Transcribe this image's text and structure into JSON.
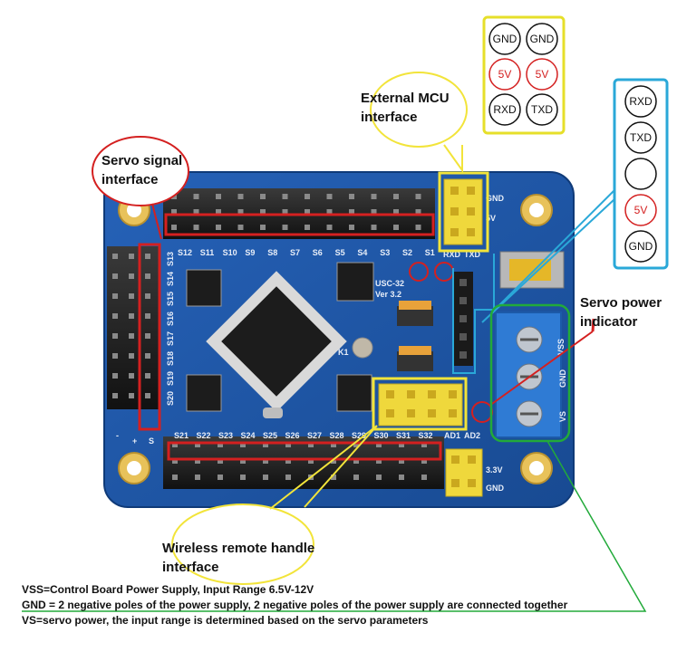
{
  "labels": {
    "servo_signal": [
      "Servo signal",
      "interface"
    ],
    "external_mcu": [
      "External MCU",
      "interface"
    ],
    "servo_power": [
      "Servo power",
      "indicator"
    ],
    "wireless": [
      "Wireless remote handle",
      "interface"
    ]
  },
  "mcu_pins": {
    "rows": [
      [
        "GND",
        "GND"
      ],
      [
        "5V",
        "5V"
      ],
      [
        "RXD",
        "TXD"
      ]
    ]
  },
  "side_pins": [
    "RXD",
    "TXD",
    "",
    "5V",
    "GND"
  ],
  "board": {
    "model": "USC-32",
    "version": "Ver 3.2",
    "reset_key": "K1",
    "top_channels": [
      "S12",
      "S11",
      "S10",
      "S9",
      "S8",
      "S7",
      "S6",
      "S5",
      "S4",
      "S3",
      "S2",
      "S1"
    ],
    "left_channels": [
      "S13",
      "S14",
      "S15",
      "S16",
      "S17",
      "S18",
      "S19",
      "S20"
    ],
    "bottom_channels": [
      "S21",
      "S22",
      "S23",
      "S24",
      "S25",
      "S26",
      "S27",
      "S28",
      "S29",
      "S30",
      "S31",
      "S32"
    ],
    "top_right_labels": [
      "RXD",
      "TXD",
      "GND",
      "5V"
    ],
    "bottom_right_labels": [
      "AD1",
      "AD2",
      "3.3V",
      "GND"
    ],
    "left_signs": [
      "-",
      "+",
      "S"
    ],
    "terminal_labels": [
      "VSS",
      "GND",
      "VS"
    ]
  },
  "notes": [
    "VSS=Control Board Power Supply, Input Range 6.5V-12V",
    "GND = 2 negative poles of the power supply, 2 negative poles of the power supply are connected together",
    "VS=servo power, the input range is determined based on the servo parameters"
  ],
  "colors": {
    "board": "#1f56a8",
    "red_callout": "#d42020",
    "yellow_callout": "#f2e43a",
    "cyan_callout": "#2aa8d8",
    "green_callout": "#22aa3a",
    "pin_header": "#222222",
    "terminal": "#2f7bd4"
  }
}
